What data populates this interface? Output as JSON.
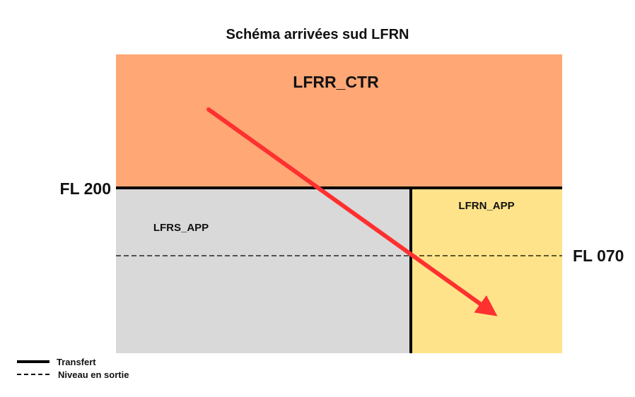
{
  "title": "Schéma arrivées sud LFRN",
  "sectors": {
    "upper": {
      "label": "LFRR_CTR",
      "color": "#ffa775"
    },
    "left": {
      "label": "LFRS_APP",
      "color": "#d9d9d9"
    },
    "right": {
      "label": "LFRN_APP",
      "color": "#ffe38a"
    }
  },
  "levels": {
    "fl200": "FL 200",
    "fl070": "FL 070"
  },
  "arrow": {
    "color": "#ff3030"
  },
  "legend": {
    "solid": "Transfert",
    "dashed": "Niveau en sortie"
  }
}
